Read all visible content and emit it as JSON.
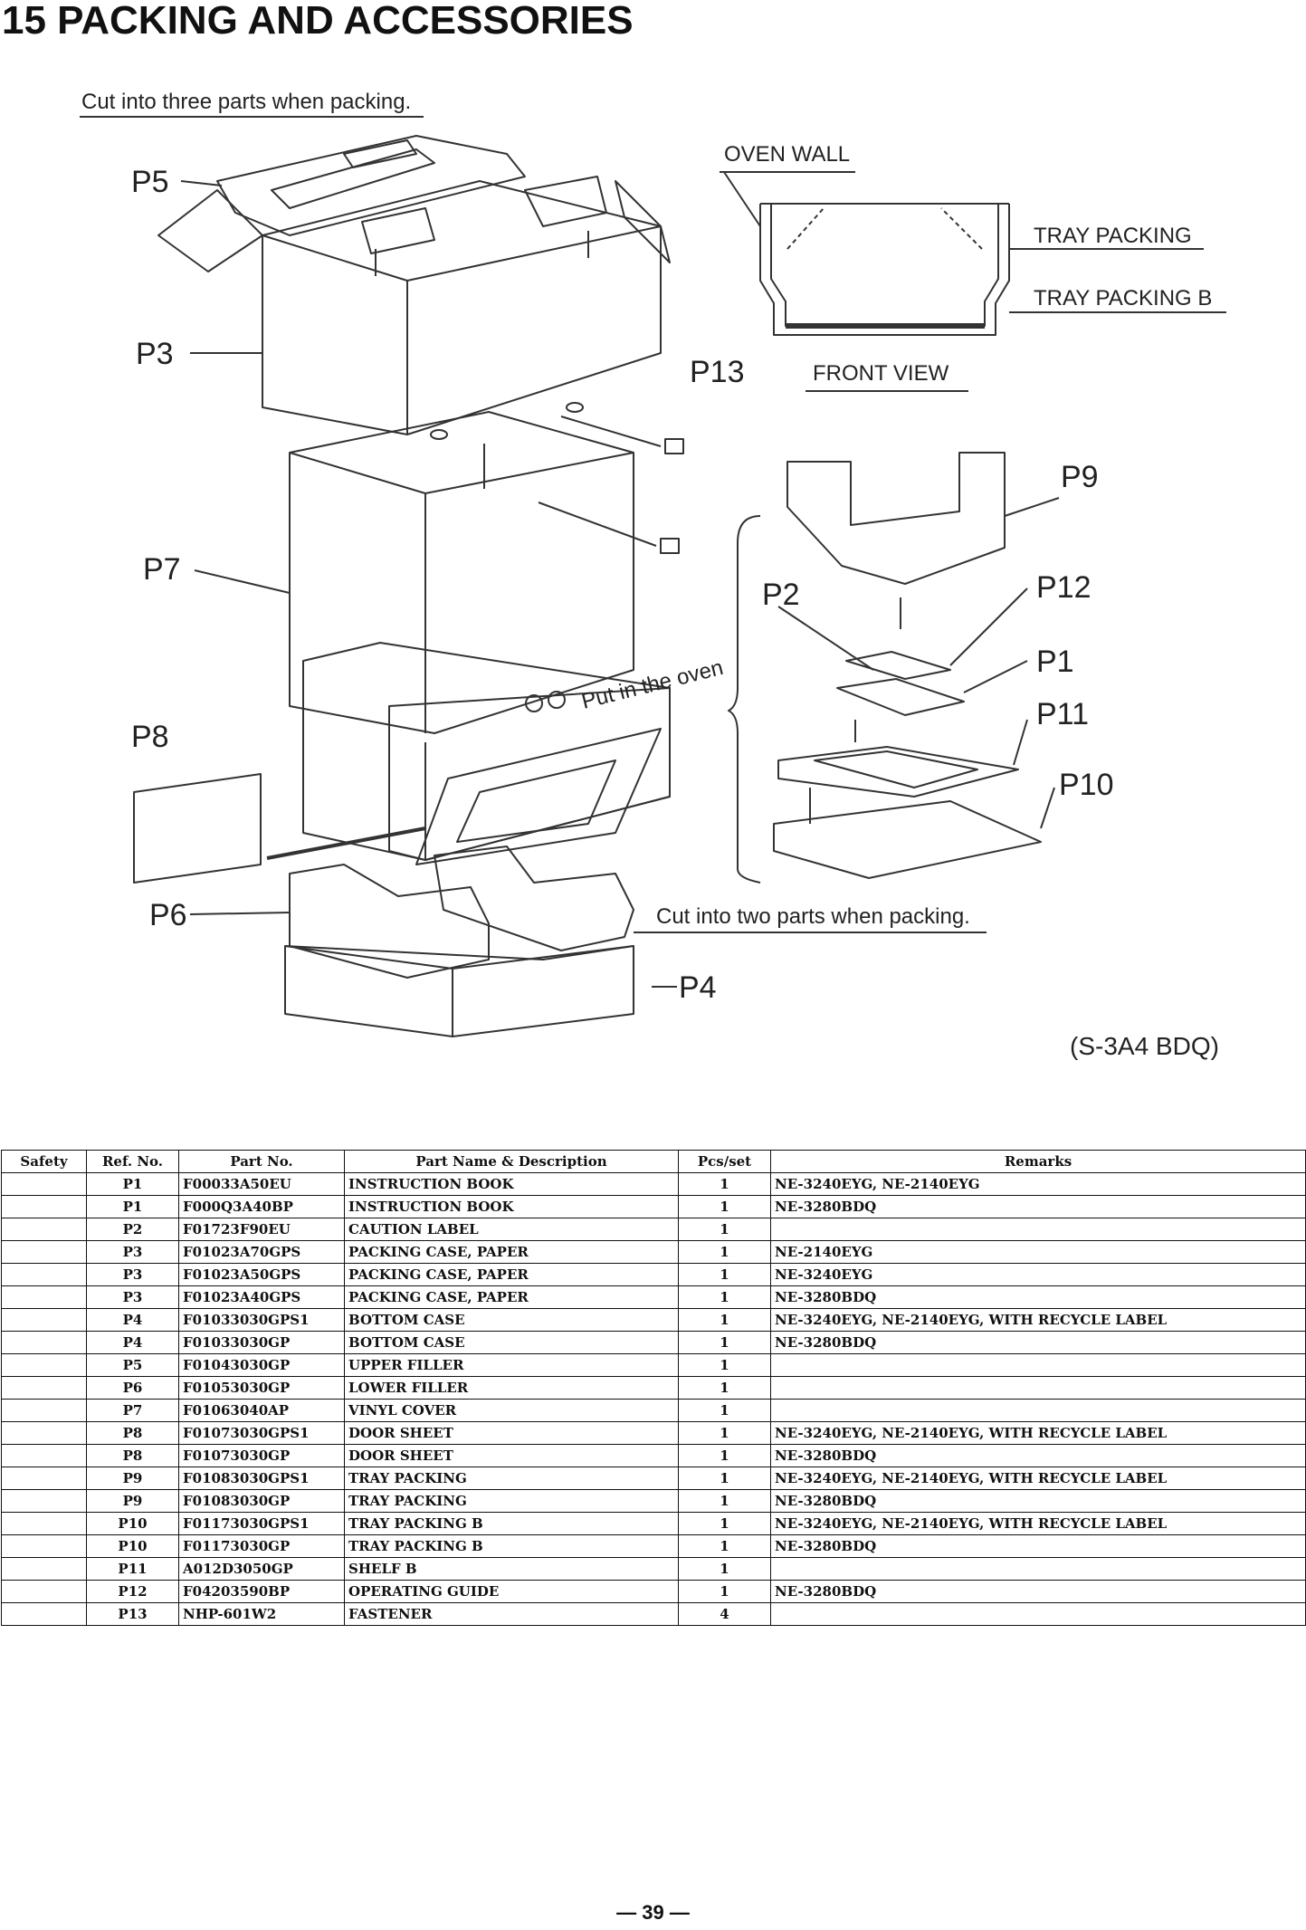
{
  "page_title": "15 PACKING AND ACCESSORIES",
  "diagram": {
    "note_top": "Cut into three parts when packing.",
    "note_bottom": "Cut into two parts when packing.",
    "note_oven": "Put in the oven",
    "model_code": "(S-3A4 BDQ)",
    "front_view": {
      "oven_wall": "OVEN WALL",
      "tray_packing": "TRAY PACKING",
      "tray_packing_b": "TRAY PACKING B",
      "caption": "FRONT VIEW"
    },
    "labels": {
      "p1": "P1",
      "p2": "P2",
      "p3": "P3",
      "p4": "P4",
      "p5": "P5",
      "p6": "P6",
      "p7": "P7",
      "p8": "P8",
      "p9": "P9",
      "p10": "P10",
      "p11": "P11",
      "p12": "P12",
      "p13": "P13"
    }
  },
  "table": {
    "headers": [
      "Safety",
      "Ref. No.",
      "Part No.",
      "Part Name & Description",
      "Pcs/set",
      "Remarks"
    ],
    "rows": [
      {
        "safety": "",
        "ref": "P1",
        "part_no": "F00033A50EU",
        "name": "INSTRUCTION BOOK",
        "pcs": "1",
        "remarks": "NE-3240EYG, NE-2140EYG"
      },
      {
        "safety": "",
        "ref": "P1",
        "part_no": "F000Q3A40BP",
        "name": "INSTRUCTION BOOK",
        "pcs": "1",
        "remarks": "NE-3280BDQ"
      },
      {
        "safety": "",
        "ref": "P2",
        "part_no": "F01723F90EU",
        "name": "CAUTION LABEL",
        "pcs": "1",
        "remarks": ""
      },
      {
        "safety": "",
        "ref": "P3",
        "part_no": "F01023A70GPS",
        "name": "PACKING CASE, PAPER",
        "pcs": "1",
        "remarks": "NE-2140EYG"
      },
      {
        "safety": "",
        "ref": "P3",
        "part_no": "F01023A50GPS",
        "name": "PACKING CASE, PAPER",
        "pcs": "1",
        "remarks": "NE-3240EYG"
      },
      {
        "safety": "",
        "ref": "P3",
        "part_no": "F01023A40GPS",
        "name": "PACKING CASE, PAPER",
        "pcs": "1",
        "remarks": "NE-3280BDQ"
      },
      {
        "safety": "",
        "ref": "P4",
        "part_no": "F01033030GPS1",
        "name": "BOTTOM CASE",
        "pcs": "1",
        "remarks": "NE-3240EYG, NE-2140EYG, WITH RECYCLE LABEL"
      },
      {
        "safety": "",
        "ref": "P4",
        "part_no": "F01033030GP",
        "name": "BOTTOM CASE",
        "pcs": "1",
        "remarks": "NE-3280BDQ"
      },
      {
        "safety": "",
        "ref": "P5",
        "part_no": "F01043030GP",
        "name": "UPPER FILLER",
        "pcs": "1",
        "remarks": ""
      },
      {
        "safety": "",
        "ref": "P6",
        "part_no": "F01053030GP",
        "name": "LOWER FILLER",
        "pcs": "1",
        "remarks": ""
      },
      {
        "safety": "",
        "ref": "P7",
        "part_no": "F01063040AP",
        "name": "VINYL COVER",
        "pcs": "1",
        "remarks": ""
      },
      {
        "safety": "",
        "ref": "P8",
        "part_no": "F01073030GPS1",
        "name": "DOOR SHEET",
        "pcs": "1",
        "remarks": "NE-3240EYG, NE-2140EYG, WITH RECYCLE LABEL"
      },
      {
        "safety": "",
        "ref": "P8",
        "part_no": "F01073030GP",
        "name": "DOOR SHEET",
        "pcs": "1",
        "remarks": "NE-3280BDQ"
      },
      {
        "safety": "",
        "ref": "P9",
        "part_no": "F01083030GPS1",
        "name": "TRAY PACKING",
        "pcs": "1",
        "remarks": "NE-3240EYG, NE-2140EYG, WITH RECYCLE LABEL"
      },
      {
        "safety": "",
        "ref": "P9",
        "part_no": "F01083030GP",
        "name": "TRAY PACKING",
        "pcs": "1",
        "remarks": "NE-3280BDQ"
      },
      {
        "safety": "",
        "ref": "P10",
        "part_no": "F01173030GPS1",
        "name": "TRAY PACKING B",
        "pcs": "1",
        "remarks": "NE-3240EYG, NE-2140EYG, WITH RECYCLE LABEL"
      },
      {
        "safety": "",
        "ref": "P10",
        "part_no": "F01173030GP",
        "name": "TRAY PACKING B",
        "pcs": "1",
        "remarks": "NE-3280BDQ"
      },
      {
        "safety": "",
        "ref": "P11",
        "part_no": "A012D3050GP",
        "name": "SHELF B",
        "pcs": "1",
        "remarks": ""
      },
      {
        "safety": "",
        "ref": "P12",
        "part_no": "F04203590BP",
        "name": "OPERATING GUIDE",
        "pcs": "1",
        "remarks": "NE-3280BDQ"
      },
      {
        "safety": "",
        "ref": "P13",
        "part_no": "NHP-601W2",
        "name": "FASTENER",
        "pcs": "4",
        "remarks": ""
      }
    ]
  },
  "page_number": "— 39 —"
}
